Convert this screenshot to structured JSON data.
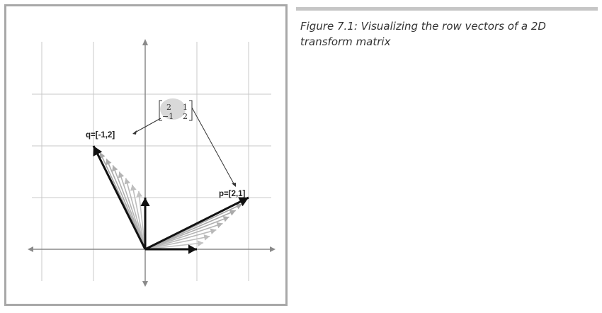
{
  "caption": {
    "text": "Figure 7.1: Visualizing the row vectors of a 2D transform matrix"
  },
  "figure": {
    "vector_labels": {
      "q": "q=[-1,2]",
      "p": "p=[2,1]"
    },
    "matrix": {
      "row1": [
        "2",
        "1"
      ],
      "row2": [
        "−1",
        "2"
      ]
    },
    "colors": {
      "grid": "#c8c8c8",
      "axis": "#8a8a8a",
      "vector": "#111111",
      "fade_vector": "#bdbdbd",
      "matrix_highlight": "#d9d9d9",
      "frame": "#a8a8a8"
    }
  }
}
